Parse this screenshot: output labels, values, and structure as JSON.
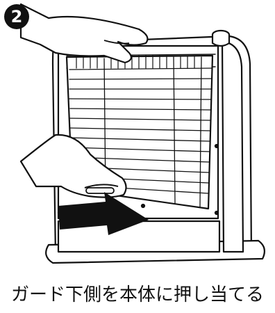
{
  "step": {
    "number": "2"
  },
  "caption": "ガード下側を本体に押し当てる",
  "colors": {
    "ink": "#111111",
    "paper": "#ffffff"
  },
  "icons": {
    "heater": "space-heater-illustration",
    "upper_hand": "hand-holding-top",
    "lower_hand": "hand-pressing-guard",
    "arrow": "push-arrow-icon"
  }
}
